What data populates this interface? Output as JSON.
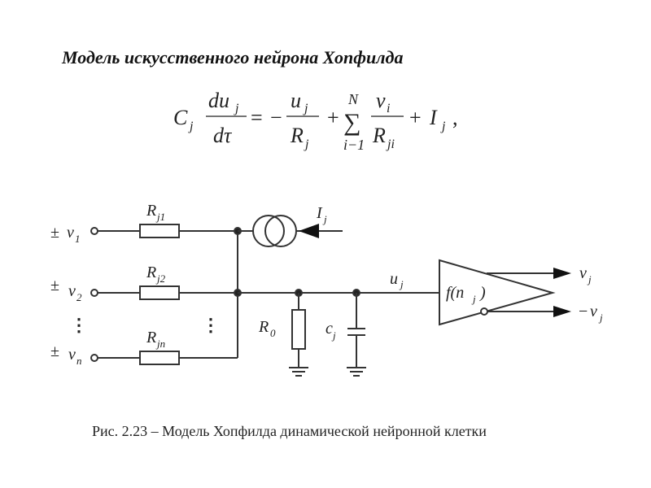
{
  "title": "Модель искусственного нейрона Хопфилда",
  "equation": {
    "lhs_coef": "C",
    "lhs_coef_sub": "j",
    "lhs_num": "du",
    "lhs_num_sub": "j",
    "lhs_den": "dτ",
    "equals": "=",
    "minus": "−",
    "t1_num": "u",
    "t1_num_sub": "j",
    "t1_den": "R",
    "t1_den_sub": "j",
    "plus1": "+",
    "sum_symbol": "∑",
    "sum_upper": "N",
    "sum_lower": "i−1",
    "t2_num": "v",
    "t2_num_sub": "i",
    "t2_den": "R",
    "t2_den_sub": "ji",
    "plus2": "+",
    "t3": "I",
    "t3_sub": "j",
    "comma": ","
  },
  "circuit": {
    "inputs": [
      {
        "sign": "±",
        "name": "v",
        "sub": "1",
        "resistor": "R",
        "resistor_sub": "j1"
      },
      {
        "sign": "±",
        "name": "v",
        "sub": "2",
        "resistor": "R",
        "resistor_sub": "j2"
      },
      {
        "sign": "±",
        "name": "v",
        "sub": "n",
        "resistor": "R",
        "resistor_sub": "jn"
      }
    ],
    "ellipsis": "⋮",
    "current_source": {
      "name": "I",
      "sub": "j"
    },
    "r0": {
      "name": "R",
      "sub": "0"
    },
    "cap": {
      "name": "c",
      "sub": "j"
    },
    "node": {
      "name": "u",
      "sub": "j"
    },
    "amplifier": {
      "label": "f(n",
      "sub": "j",
      "close": ")"
    },
    "outputs": [
      {
        "prefix": "",
        "name": "v",
        "sub": "j"
      },
      {
        "prefix": "−",
        "name": "v",
        "sub": "j"
      }
    ]
  },
  "caption": "Рис. 2.23 – Модель Хопфилда динамической нейронной клетки"
}
